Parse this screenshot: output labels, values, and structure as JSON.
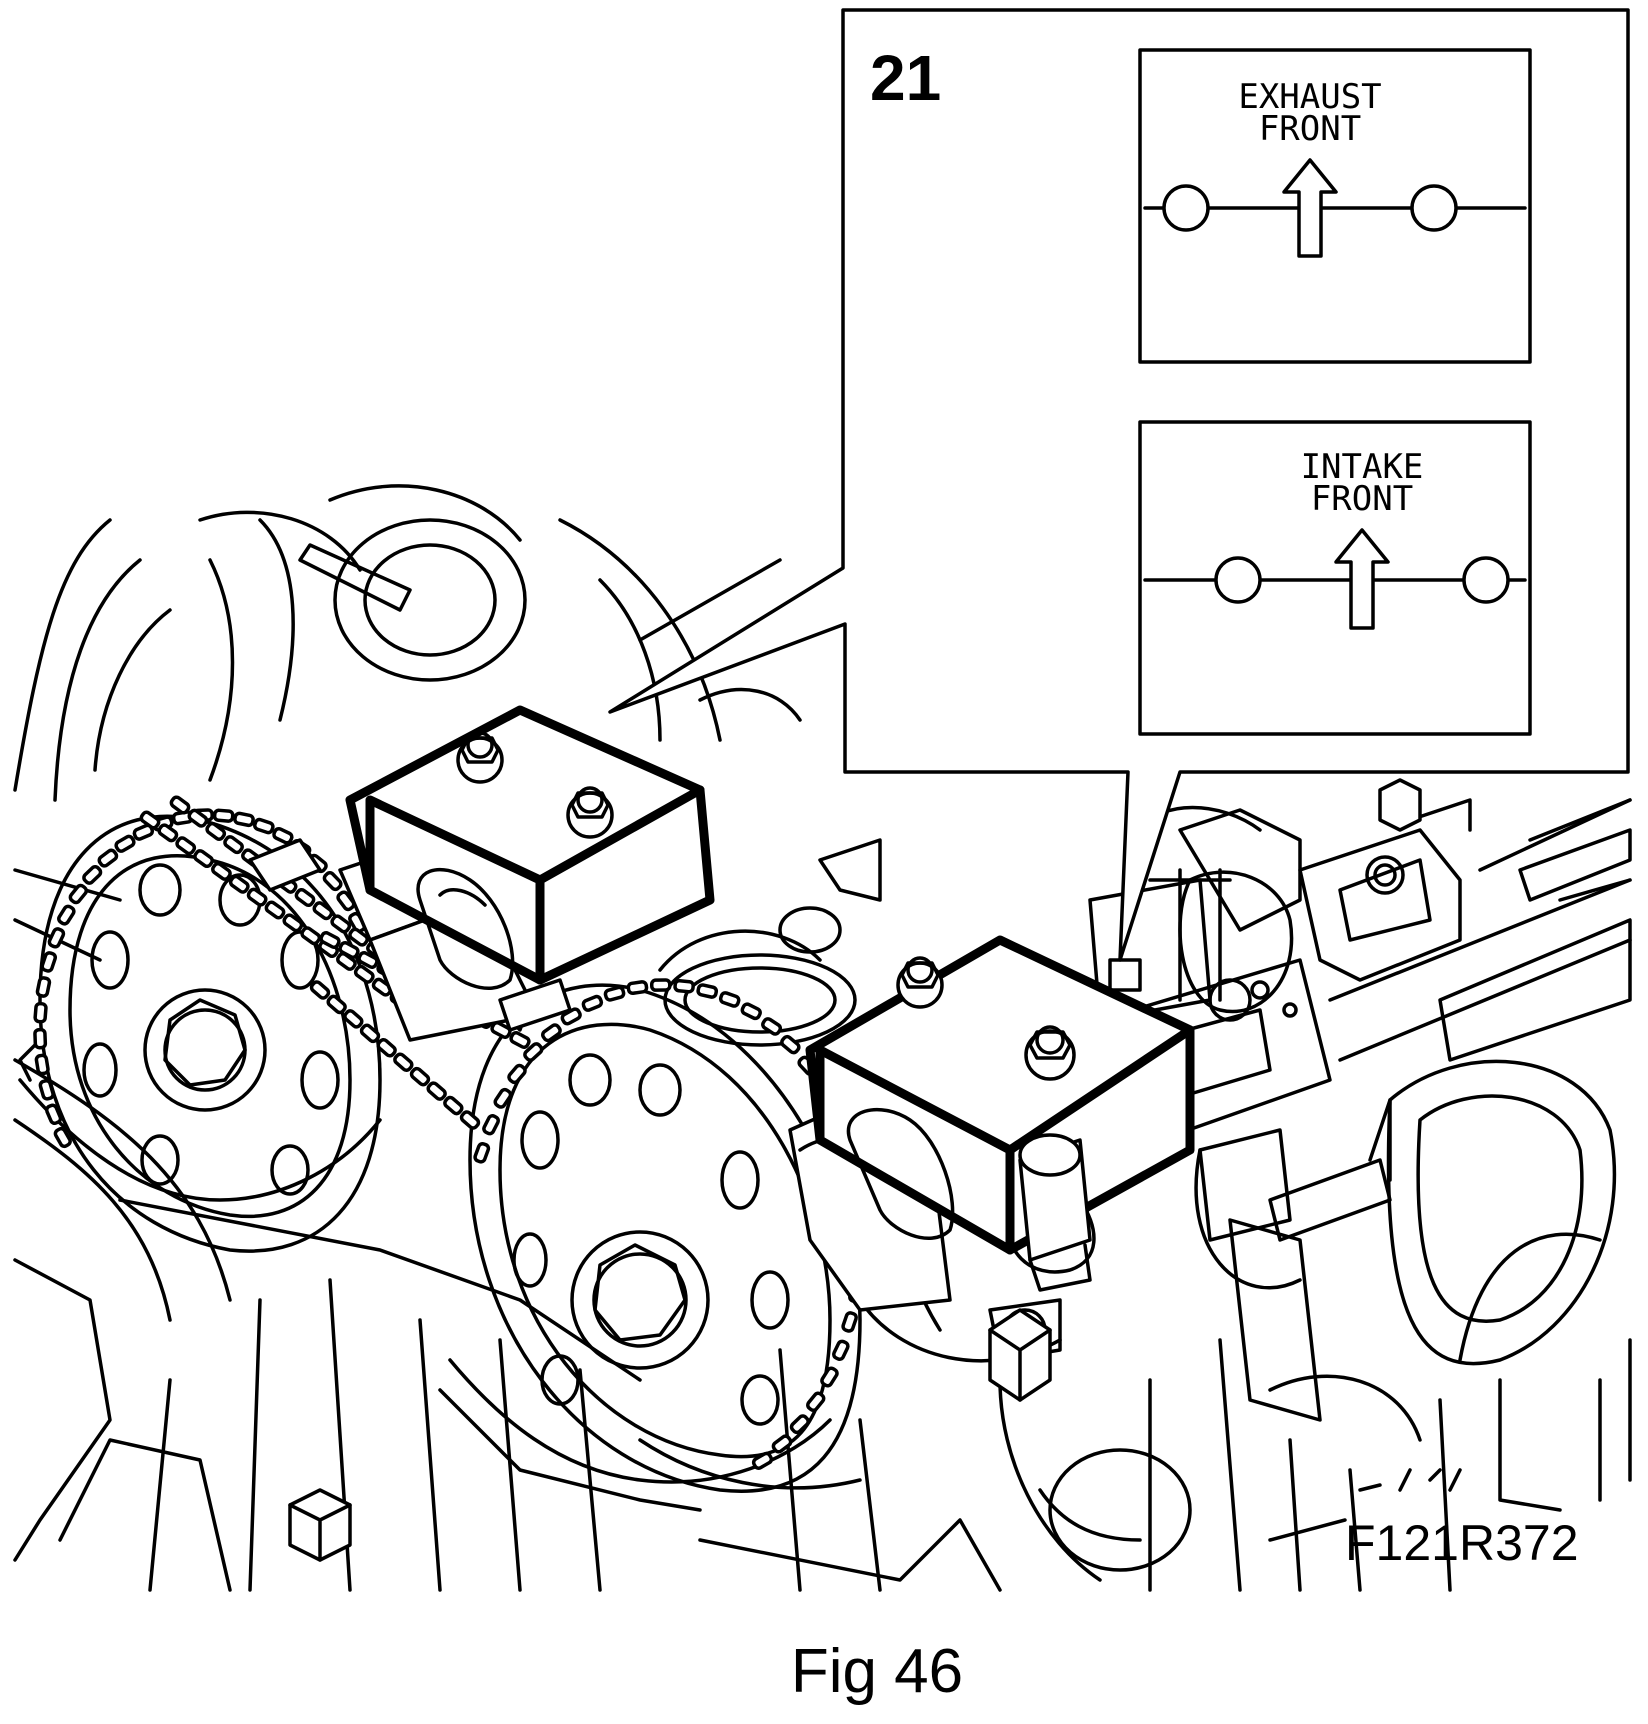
{
  "callout": {
    "step_number": "21",
    "exhaust_label_line1": "EXHAUST",
    "exhaust_label_line2": "FRONT",
    "intake_label_line1": "INTAKE",
    "intake_label_line2": "FRONT"
  },
  "illustration_code": "F121R372",
  "caption": "Fig 46"
}
